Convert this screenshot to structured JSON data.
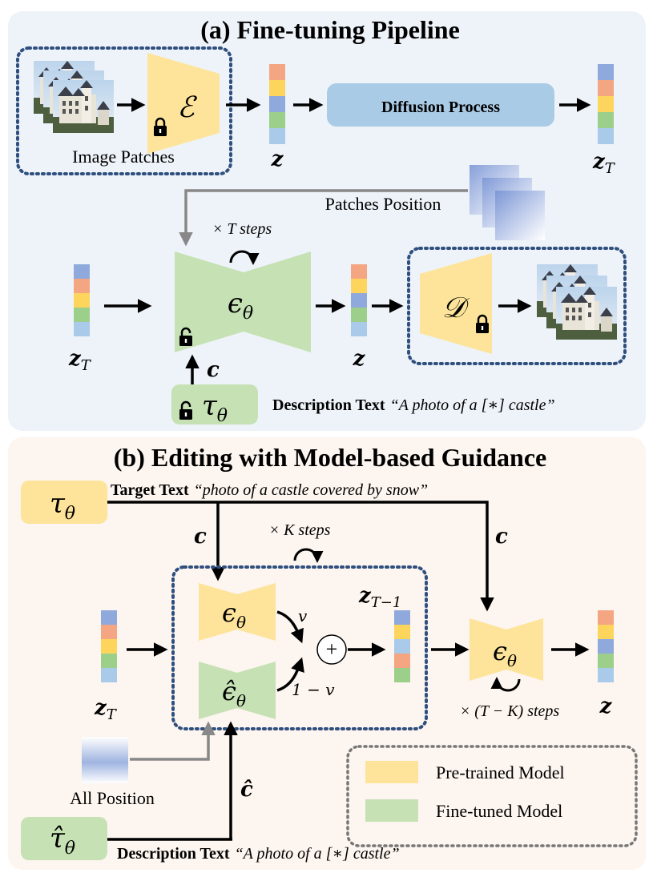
{
  "panel_a": {
    "title": "(a) Fine-tuning Pipeline",
    "image_patches_label": "Image Patches",
    "encoder_symbol": "ℰ",
    "z_label": "z",
    "diffusion_label": "Diffusion Process",
    "zT_label": "z",
    "zT_sub": "T",
    "patches_position_label": "Patches Position",
    "steps_label": "× T steps",
    "unet_symbol": "ϵ",
    "unet_sub": "θ",
    "decoder_symbol": "𝒟",
    "c_label": "c",
    "tau_symbol": "τ",
    "tau_sub": "θ",
    "description_prefix": "Description Text",
    "description_quote": "“A photo of a [∗] castle”"
  },
  "panel_b": {
    "title": "(b) Editing with Model-based Guidance",
    "tau_symbol": "τ",
    "tau_sub": "θ",
    "target_prefix": "Target Text",
    "target_quote": "“photo of a castle covered by snow”",
    "c_label": "c",
    "k_steps_label": "× K steps",
    "zT1_label": "z",
    "zT1_sub": "T−1",
    "v_label": "v",
    "one_minus_v_label": "1 − v",
    "plus_symbol": "+",
    "eps_symbol": "ϵ",
    "eps_sub": "θ",
    "eps_hat_symbol": "ϵ̂",
    "zT_label": "z",
    "zT_sub": "T",
    "z_label": "z",
    "tk_steps_label": "× (T − K) steps",
    "all_position_label": "All Position",
    "c_hat_label": "ĉ",
    "tau_hat_symbol": "τ̂",
    "description_prefix": "Description Text",
    "description_quote": "“A photo of a [∗] castle”"
  },
  "legend": {
    "pretrained_label": "Pre-trained Model",
    "finetuned_label": "Fine-tuned Model"
  },
  "colors": {
    "panel_a_bg": "#eef3f9",
    "panel_b_bg": "#fdf5ef",
    "pretrained": "#fde49a",
    "finetuned": "#c6e1b4",
    "diffusion_box": "#a9cbe6",
    "dotted_border": "#2f4f7f",
    "legend_border": "#777777",
    "stack_colors": [
      "#f4a582",
      "#fdd55c",
      "#8fa9dc",
      "#9ccf8a",
      "#a9cbe9"
    ]
  }
}
